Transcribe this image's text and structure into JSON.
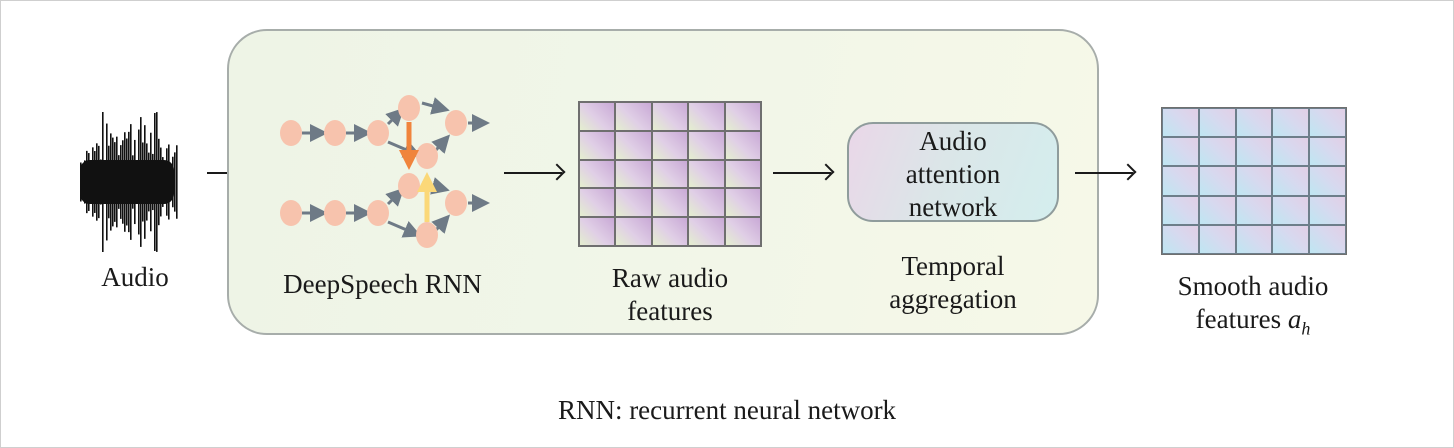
{
  "diagram": {
    "caption": "RNN: recurrent neural network",
    "stages": {
      "audio": {
        "label": "Audio",
        "icon": "waveform-icon"
      },
      "rnn": {
        "label": "DeepSpeech RNN",
        "icon": "rnn-graph-icon"
      },
      "raw_features": {
        "label_line1": "Raw audio",
        "label_line2": "features",
        "grid_rows": 5,
        "grid_cols": 5
      },
      "attention": {
        "box_line1": "Audio",
        "box_line2": "attention",
        "box_line3": "network",
        "label_line1": "Temporal",
        "label_line2": "aggregation"
      },
      "smooth_features": {
        "label_line1": "Smooth audio",
        "label_line2": "features",
        "symbol": "a",
        "subscript": "h",
        "grid_rows": 5,
        "grid_cols": 5
      }
    },
    "colors": {
      "panel_border": "#a7adaa",
      "panel_fill": "#f1f6e8",
      "node_fill": "#f7c3ad",
      "edge_color": "#6e7a86",
      "down_arrow": "#f0843c",
      "up_arrow": "#fbd878"
    }
  }
}
